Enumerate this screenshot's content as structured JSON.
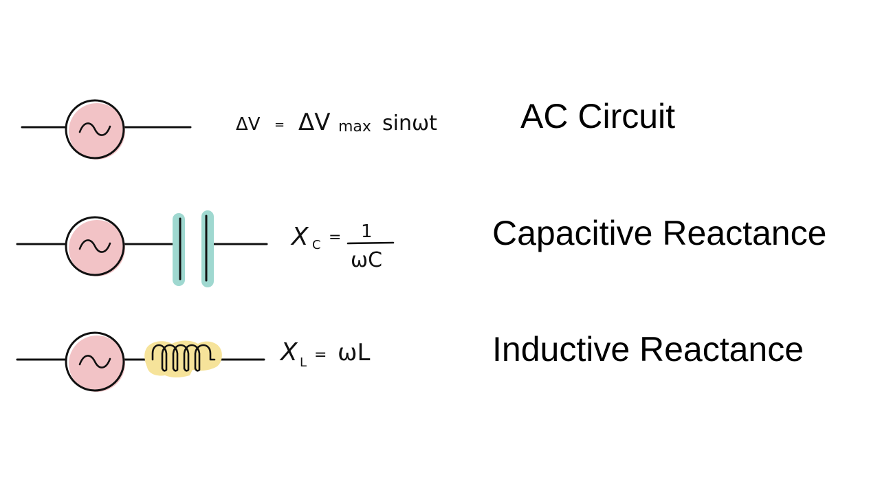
{
  "colors": {
    "source_fill": "#f2c3c6",
    "capacitor_highlight": "#9fd8d0",
    "inductor_highlight": "#f6e39a",
    "ink": "#111111"
  },
  "rows": [
    {
      "title": "AC Circuit",
      "equation": {
        "lhs": "ΔV",
        "eq": "=",
        "rhs_main": "ΔV",
        "rhs_sub": "max",
        "rhs_tail": "sinωt"
      }
    },
    {
      "title": "Capacitive Reactance",
      "equation": {
        "symbol": "X",
        "sub": "C",
        "eq": "=",
        "numerator": "1",
        "denominator": "ωC"
      }
    },
    {
      "title": "Inductive Reactance",
      "equation": {
        "symbol": "X",
        "sub": "L",
        "eq": "=",
        "rhs": "ωL"
      }
    }
  ]
}
